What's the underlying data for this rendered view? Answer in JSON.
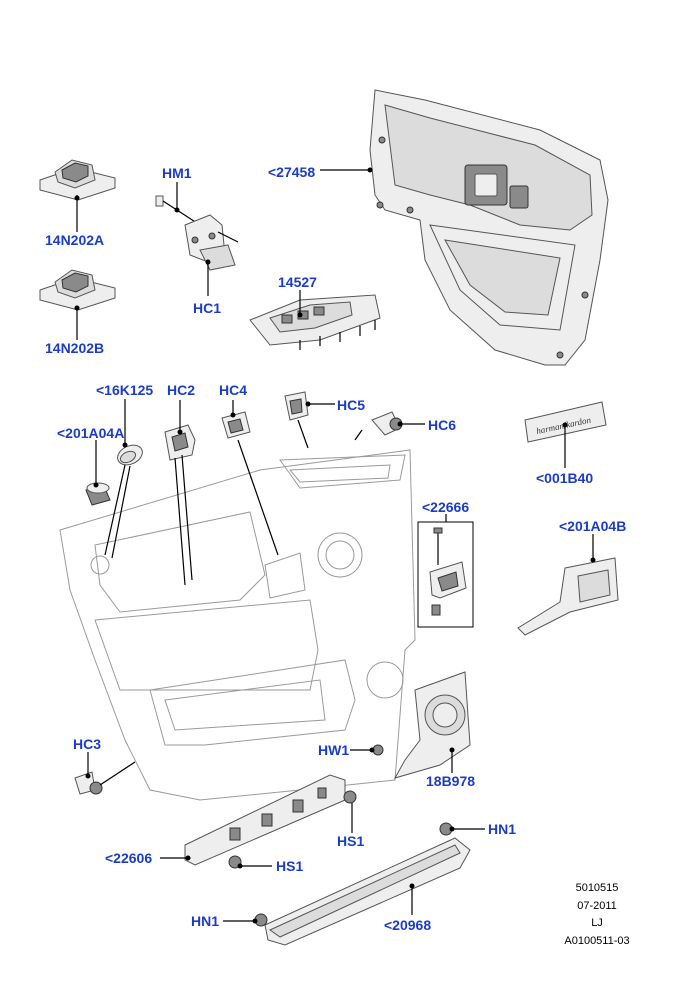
{
  "colors": {
    "label": "#1a3cc8",
    "ink": "#000000",
    "part_fill": "#eeeeee"
  },
  "labels": {
    "l_14N202A": "14N202A",
    "l_14N202B": "14N202B",
    "l_HM1": "HM1",
    "l_HC1": "HC1",
    "l_27458": "<27458",
    "l_14527": "14527",
    "l_16K125": "<16K125",
    "l_HC2": "HC2",
    "l_HC4": "HC4",
    "l_HC5": "HC5",
    "l_HC6": "HC6",
    "l_201A04A": "<201A04A",
    "l_001B40": "<001B40",
    "l_22666": "<22666",
    "l_201A04B": "<201A04B",
    "l_HC3": "HC3",
    "l_HW1": "HW1",
    "l_18B978": "18B978",
    "l_HN1a": "HN1",
    "l_HS1a": "HS1",
    "l_22606": "<22606",
    "l_HS1b": "HS1",
    "l_HN1b": "HN1",
    "l_20968": "<20968"
  },
  "badge_text": "harman/kardon",
  "footer": {
    "line1": "5010515",
    "line2": "07-2011",
    "line3": "LJ",
    "line4": "A0100511-03"
  }
}
